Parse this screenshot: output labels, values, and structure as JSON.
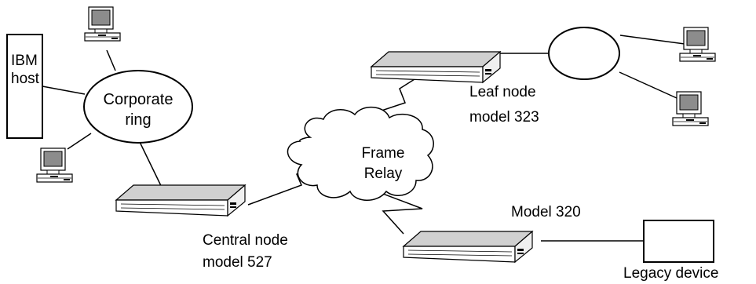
{
  "ibm_host": {
    "line1": "IBM",
    "line2": "host"
  },
  "corporate_ring": {
    "line1": "Corporate",
    "line2": "ring"
  },
  "frame_relay": {
    "line1": "Frame",
    "line2": "Relay"
  },
  "leaf_node": {
    "line1": "Leaf node",
    "line2": "model 323"
  },
  "central_node": {
    "line1": "Central node",
    "line2": "model 527"
  },
  "model_320": {
    "label": "Model 320"
  },
  "legacy_device": {
    "label": "Legacy device"
  },
  "icons": [
    "computer-icon",
    "router-icon",
    "cloud-icon",
    "ring-icon",
    "host-box",
    "legacy-device-box"
  ]
}
